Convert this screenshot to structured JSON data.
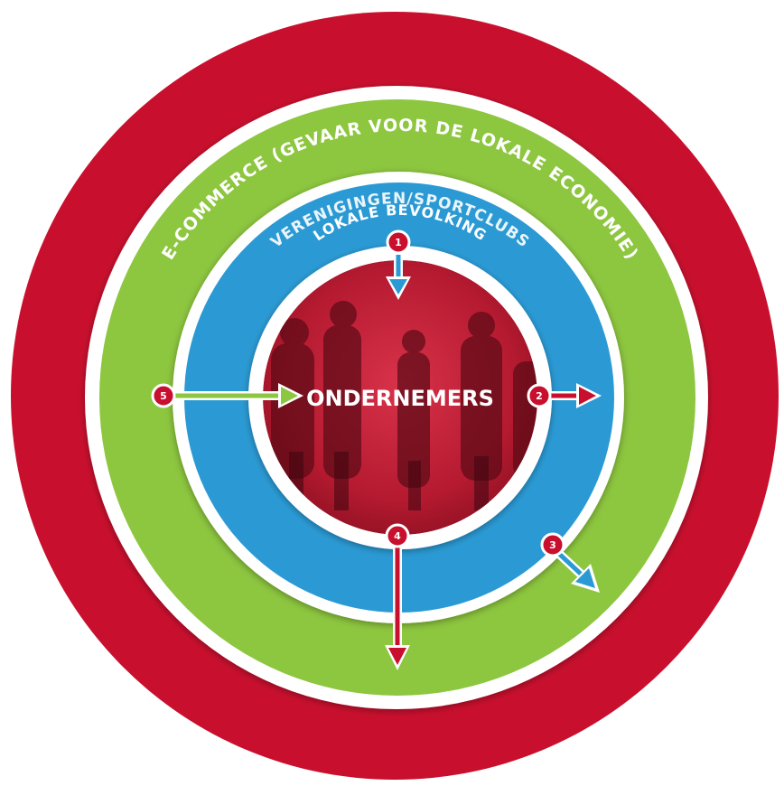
{
  "rings": {
    "outer_label": "E-COMMERCE (GEVAAR VOOR DE LOKALE ECONOMIE)",
    "green_label": "VERENIGINGEN/SPORTCLUBS",
    "blue_label": "LOKALE BEVOLKING"
  },
  "center": {
    "label": "ONDERNEMERS"
  },
  "markers": [
    {
      "number": "1",
      "arrow_color": "#2b9ad4"
    },
    {
      "number": "2",
      "arrow_color": "#c8102e"
    },
    {
      "number": "3",
      "arrow_color": "#2b9ad4"
    },
    {
      "number": "4",
      "arrow_color": "#c8102e"
    },
    {
      "number": "5",
      "arrow_color": "#8dc63f"
    }
  ],
  "colors": {
    "red": "#c8102e",
    "green": "#8dc63f",
    "blue": "#2b9ad4",
    "white": "#ffffff"
  }
}
